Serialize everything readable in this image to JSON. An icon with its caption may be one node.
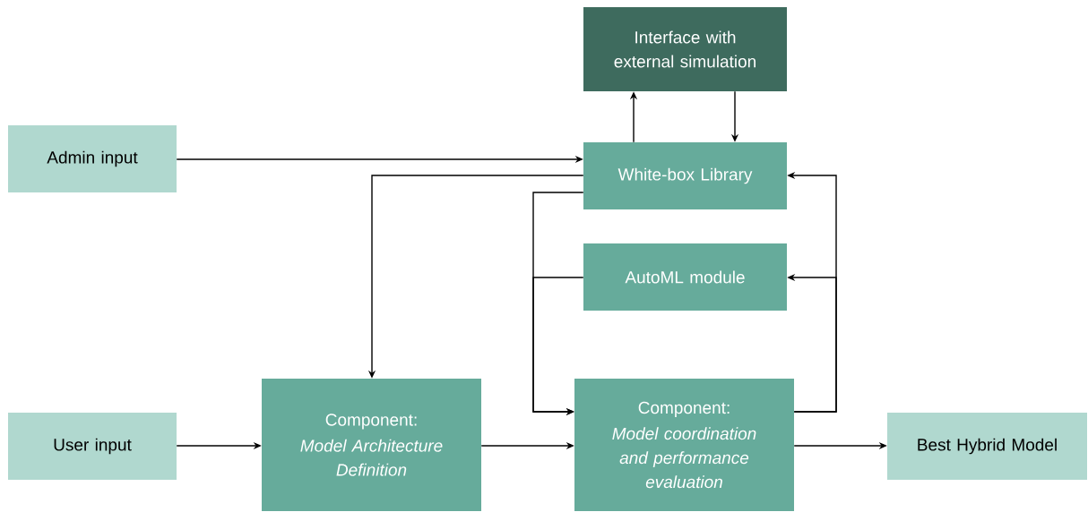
{
  "diagram": {
    "nodes": [
      {
        "text": [
          "Interface with external simulation"
        ]
      },
      {
        "text": [
          "Admin input"
        ]
      },
      {
        "text": [
          "White-box Library"
        ]
      },
      {
        "text": [
          "AutoML module"
        ]
      },
      {
        "text": [
          "User input"
        ]
      },
      {
        "text": [
          "Component:",
          "Model Architecture Definition"
        ]
      },
      {
        "text": [
          "Component:",
          "Model coordination and performance evaluation"
        ]
      },
      {
        "text": [
          "Best Hybrid Model"
        ]
      }
    ],
    "edges": [
      {
        "from": 1,
        "to": 2,
        "arrow": "to"
      },
      {
        "from": 2,
        "to": 0,
        "arrow": "to"
      },
      {
        "from": 0,
        "to": 2,
        "arrow": "to"
      },
      {
        "from": 2,
        "to": 5,
        "arrow": "to"
      },
      {
        "from": 2,
        "to": 6,
        "arrow": "to"
      },
      {
        "from": 3,
        "to": 6,
        "arrow": "to"
      },
      {
        "from": 6,
        "to": 2,
        "arrow": "to"
      },
      {
        "from": 6,
        "to": 3,
        "arrow": "to"
      },
      {
        "from": 4,
        "to": 5,
        "arrow": "to"
      },
      {
        "from": 5,
        "to": 6,
        "arrow": "to"
      },
      {
        "from": 6,
        "to": 7,
        "arrow": "to"
      }
    ]
  }
}
